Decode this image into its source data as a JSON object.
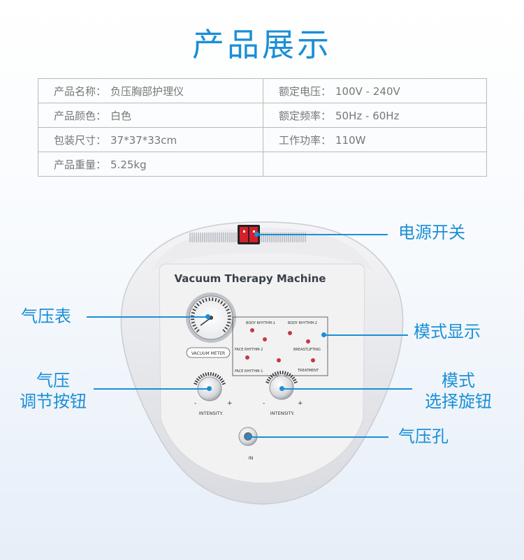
{
  "title": "产品展示",
  "specs": [
    [
      {
        "label": "产品名称：",
        "value": "负压胸部护理仪"
      },
      {
        "label": "额定电压：",
        "value": "100V - 240V"
      }
    ],
    [
      {
        "label": "产品颜色：",
        "value": "白色"
      },
      {
        "label": "额定频率：",
        "value": "50Hz - 60Hz"
      }
    ],
    [
      {
        "label": "包装尺寸：",
        "value": "37*37*33cm"
      },
      {
        "label": "工作功率：",
        "value": "110W"
      }
    ],
    [
      {
        "label": "产品重量：",
        "value": "5.25kg"
      },
      {
        "label": "",
        "value": ""
      }
    ]
  ],
  "device": {
    "name": "Vacuum Therapy Machine",
    "gauge_label": "VACUUM METER",
    "panel": {
      "body_rhythm_1": "BODY RHYTHM-1",
      "body_rhythm_2": "BODY RHYTHM-2",
      "face_rhythm_2": "FACE RHYTHM-2",
      "breastlifting": "BREASTLIFTING",
      "face_rhythm_1": "FACE RHYTHM-1",
      "treatment": "TREATMENT"
    },
    "knob_label": "INTENSITY.",
    "minus": "-",
    "plus": "+",
    "port_label": "IN"
  },
  "callouts": {
    "power_switch": "电源开关",
    "gauge": "气压表",
    "mode_display": "模式显示",
    "pressure_knob_1": "气压",
    "pressure_knob_2": "调节按钮",
    "mode_knob_1": "模式",
    "mode_knob_2": "选择旋钮",
    "port": "气压孔"
  },
  "colors": {
    "accent": "#1a8fd6",
    "switch": "#d4202a",
    "led": "#c8364a"
  }
}
